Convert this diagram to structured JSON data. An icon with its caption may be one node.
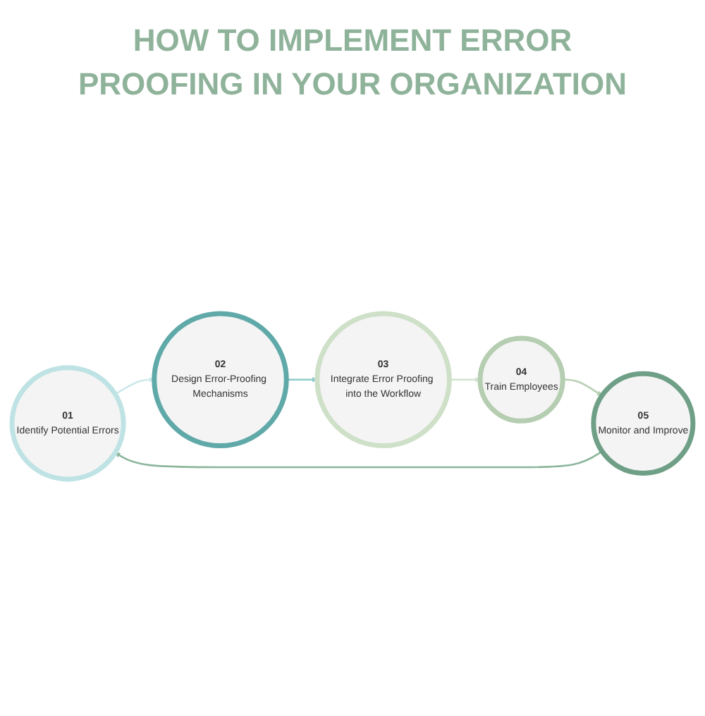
{
  "diagram": {
    "title": "HOW TO IMPLEMENT ERROR PROOFING IN YOUR ORGANIZATION",
    "nodes": [
      {
        "text": [
          "01",
          "Identify Potential Errors"
        ]
      },
      {
        "text": [
          "02",
          "Design Error-Proofing Mechanisms"
        ]
      },
      {
        "text": [
          "03",
          "Integrate Error Proofing into the Workflow"
        ]
      },
      {
        "text": [
          "04",
          "Train Employees"
        ]
      },
      {
        "text": [
          "05",
          "Monitor and Improve"
        ]
      }
    ],
    "edges": [
      {
        "from": 0,
        "to": 1,
        "arrow": "to",
        "color": "#cde9ea"
      },
      {
        "from": 1,
        "to": 2,
        "arrow": "to",
        "color": "#8ecaca"
      },
      {
        "from": 2,
        "to": 3,
        "arrow": "to",
        "color": "#d3e3d0"
      },
      {
        "from": 3,
        "to": 4,
        "arrow": "to",
        "color": "#b7d0b3"
      },
      {
        "from": 4,
        "to": 0,
        "arrow": "to",
        "color": "#8db69d"
      }
    ]
  }
}
